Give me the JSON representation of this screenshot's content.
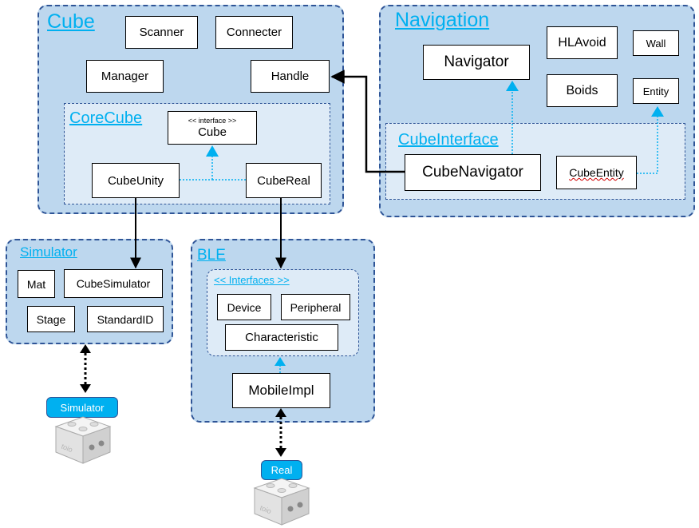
{
  "cube": {
    "title": "Cube",
    "scanner": "Scanner",
    "connecter": "Connecter",
    "manager": "Manager",
    "handle": "Handle",
    "corecube": {
      "title": "CoreCube",
      "interface_stereotype": "<< interface >>",
      "interface_name": "Cube",
      "cubeunity": "CubeUnity",
      "cubereal": "CubeReal"
    }
  },
  "navigation": {
    "title": "Navigation",
    "navigator": "Navigator",
    "hlavoid": "HLAvoid",
    "wall": "Wall",
    "boids": "Boids",
    "entity": "Entity",
    "cubeinterface": {
      "title": "CubeInterface",
      "cubenavigator": "CubeNavigator",
      "cubeentity": "CubeEntity"
    }
  },
  "simulator": {
    "title": "Simulator",
    "mat": "Mat",
    "cubesimulator": "CubeSimulator",
    "stage": "Stage",
    "standardid": "StandardID",
    "tag": "Simulator"
  },
  "ble": {
    "title": "BLE",
    "interfaces_title": "<< Interfaces >>",
    "device": "Device",
    "peripheral": "Peripheral",
    "characteristic": "Characteristic",
    "mobileimpl": "MobileImpl",
    "tag": "Real"
  },
  "toio_logo": "toio",
  "colors": {
    "package_fill": "#bdd7ee",
    "package_border": "#2f5597",
    "subpackage_fill": "#deebf7",
    "title": "#00b0f0",
    "dotted_arrow": "#00b0f0"
  }
}
